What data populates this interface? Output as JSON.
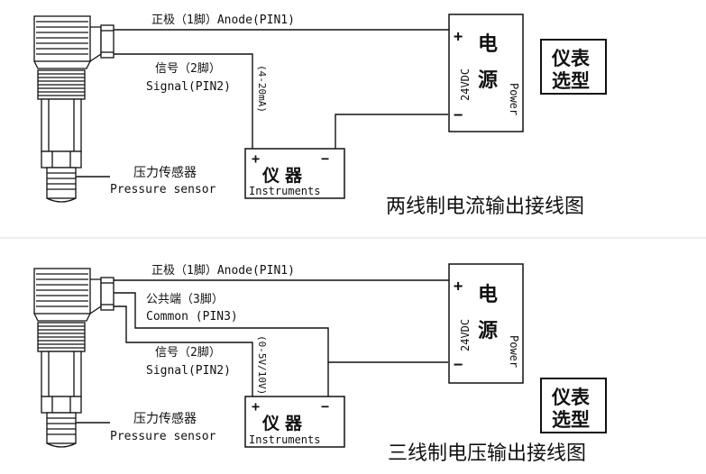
{
  "diagrams": [
    {
      "id": "two-wire",
      "pin1_label": "正极（1脚）Anode(PIN1)",
      "signal_label_cn": "信号（2脚）",
      "signal_label_en": "Signal(PIN2)",
      "range_label": "(4-20mA)",
      "sensor_label_cn": "压力传感器",
      "sensor_label_en": "Pressure sensor",
      "instrument_plus": "+",
      "instrument_minus": "−",
      "instrument_cn": "仪器",
      "instrument_en": "Instruments",
      "power_plus": "+",
      "power_minus": "−",
      "power_cn_1": "电",
      "power_cn_2": "源",
      "power_voltage": "24VDC",
      "power_en": "Power",
      "title": "两线制电流输出接线图"
    },
    {
      "id": "three-wire",
      "pin1_label": "正极（1脚）Anode(PIN1)",
      "common_label_cn": "公共端（3脚）",
      "common_label_en": "Common (PIN3)",
      "signal_label_cn": "信号（2脚）",
      "signal_label_en": "Signal(PIN2)",
      "range_label": "(0-5V/10V)",
      "sensor_label_cn": "压力传感器",
      "sensor_label_en": "Pressure sensor",
      "instrument_plus": "+",
      "instrument_minus": "−",
      "instrument_cn": "仪器",
      "instrument_en": "Instruments",
      "power_plus": "+",
      "power_minus": "−",
      "power_cn_1": "电",
      "power_cn_2": "源",
      "power_voltage": "24VDC",
      "power_en": "Power",
      "title": "三线制电压输出接线图"
    }
  ],
  "badges": [
    {
      "line1": "仪表",
      "line2": "选型"
    },
    {
      "line1": "仪表",
      "line2": "选型"
    }
  ]
}
